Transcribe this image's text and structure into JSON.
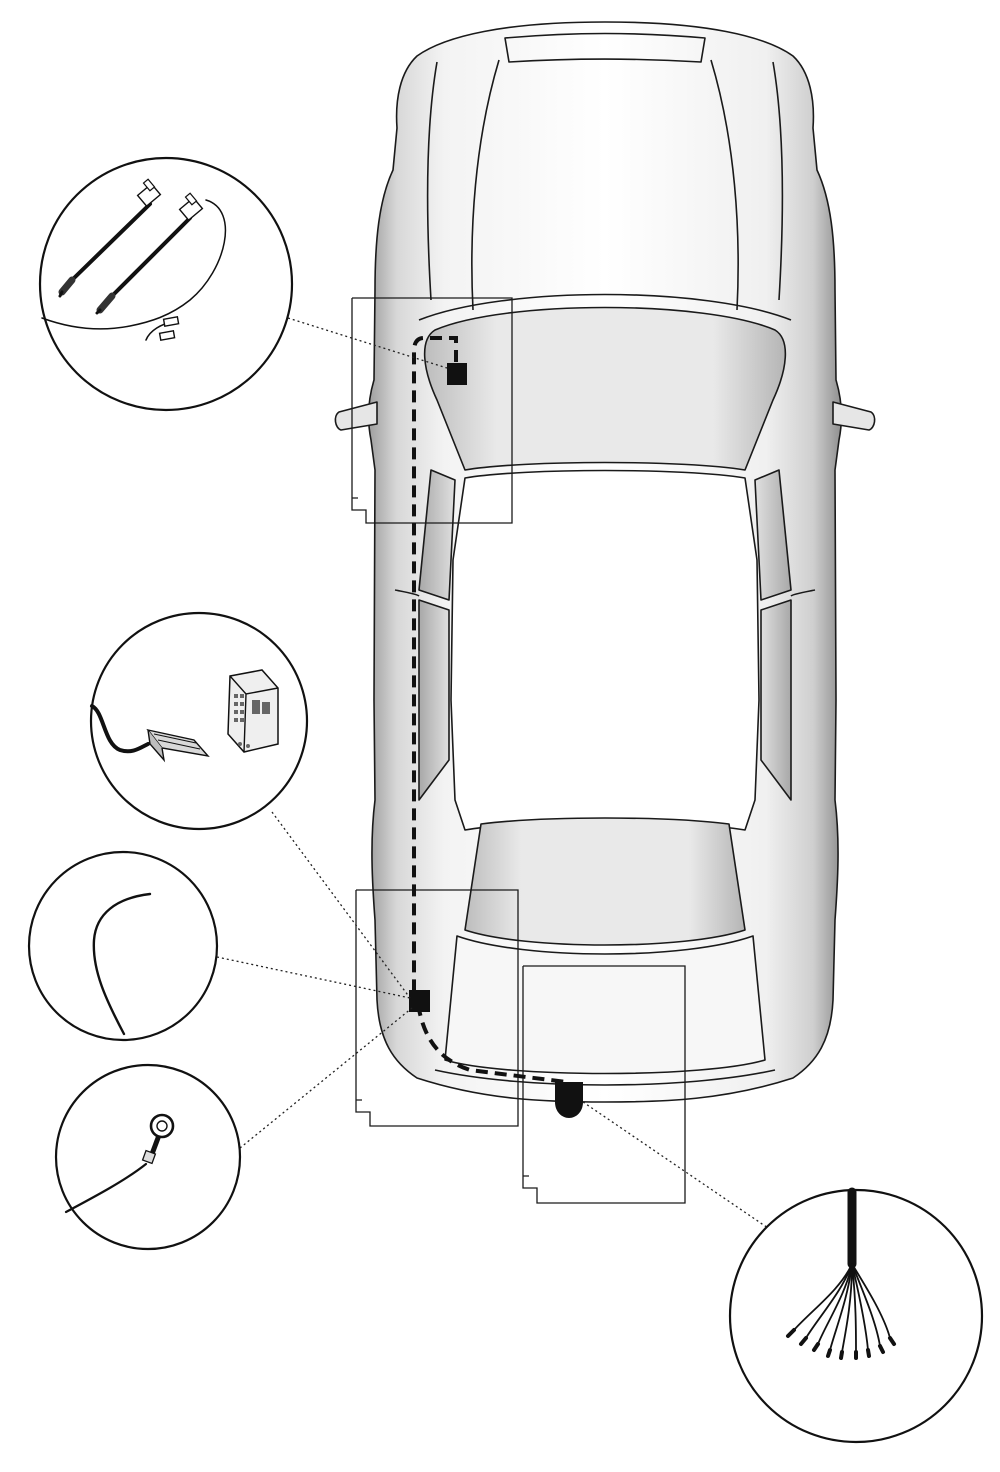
{
  "diagram": {
    "kind": "vehicle-wiring-installation-top-view",
    "colors": {
      "stroke": "#1a1a1a",
      "body_light": "#f2f2f2",
      "body_mid": "#d4d4d4",
      "body_dark": "#9e9e9e",
      "cable": "#111111"
    },
    "callouts": [
      {
        "id": "fuse-taps",
        "icon": "fuse-tap-leads-icon"
      },
      {
        "id": "control-module",
        "icon": "control-module-connector-icon"
      },
      {
        "id": "wire",
        "icon": "single-wire-icon"
      },
      {
        "id": "ground",
        "icon": "ring-terminal-icon"
      },
      {
        "id": "socket-leads",
        "icon": "wire-bundle-pins-icon"
      }
    ],
    "connection_points": [
      {
        "id": "fuse-box",
        "shape": "square"
      },
      {
        "id": "module",
        "shape": "square"
      },
      {
        "id": "tow-socket",
        "shape": "rounded"
      }
    ]
  }
}
